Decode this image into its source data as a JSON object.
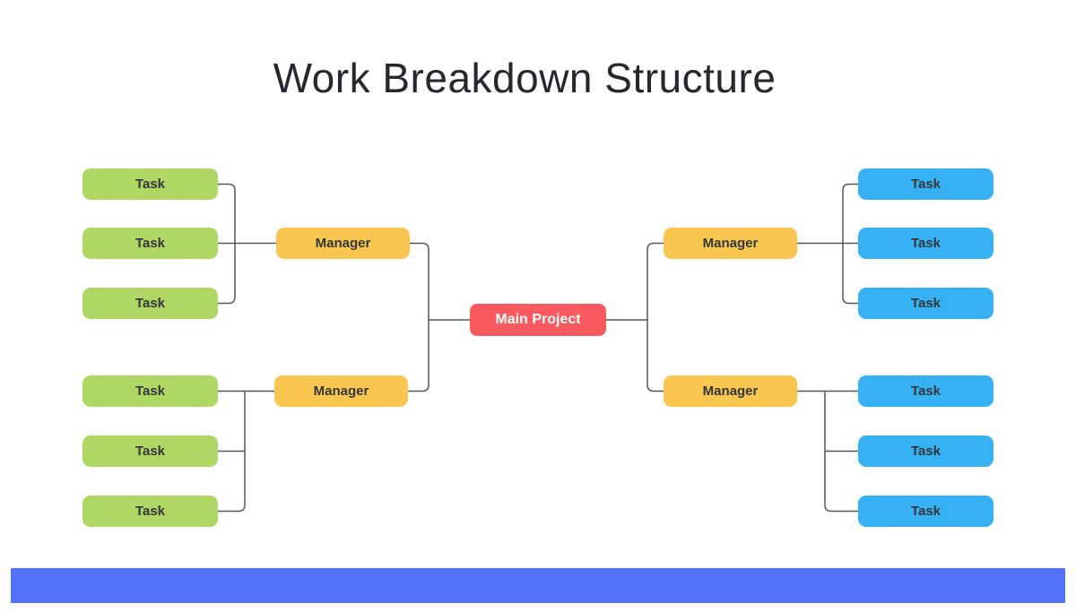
{
  "title": "Work Breakdown Structure",
  "root": {
    "label": "Main Project"
  },
  "groups": {
    "left_top": {
      "manager": "Manager",
      "tasks": [
        "Task",
        "Task",
        "Task"
      ]
    },
    "left_bottom": {
      "manager": "Manager",
      "tasks": [
        "Task",
        "Task",
        "Task"
      ]
    },
    "right_top": {
      "manager": "Manager",
      "tasks": [
        "Task",
        "Task",
        "Task"
      ]
    },
    "right_bottom": {
      "manager": "Manager",
      "tasks": [
        "Task",
        "Task",
        "Task"
      ]
    }
  },
  "colors": {
    "task_left": "#AFD764",
    "task_right": "#35B1F4",
    "manager": "#F9C74F",
    "root": "#F95A5F",
    "root_text": "#FFFFFF",
    "node_text": "#33373B",
    "title_text": "#26282E",
    "connector": "#54575B",
    "footer_bar": "#5272F7",
    "background": "#FFFFFF"
  }
}
